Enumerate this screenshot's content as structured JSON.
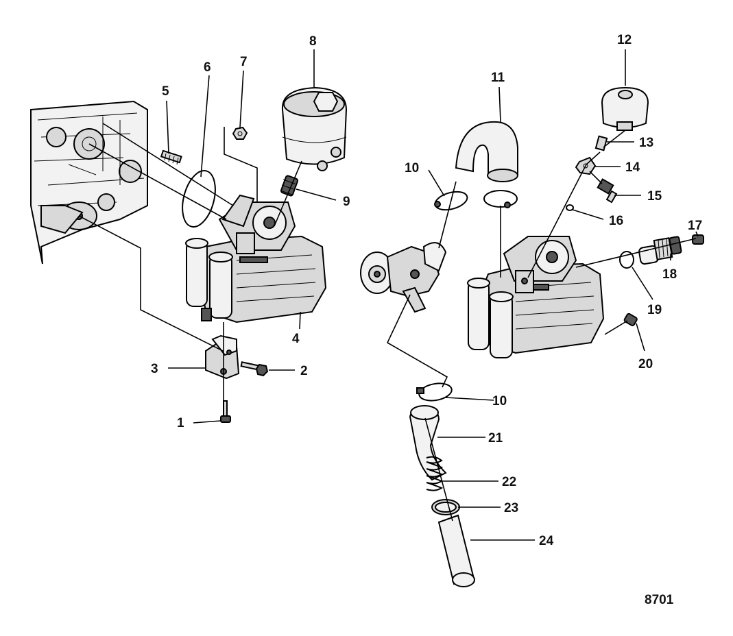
{
  "callouts": {
    "c1": "1",
    "c2": "2",
    "c3": "3",
    "c4": "4",
    "c5": "5",
    "c6": "6",
    "c7": "7",
    "c8": "8",
    "c9": "9",
    "c10a": "10",
    "c10b": "10",
    "c11": "11",
    "c12": "12",
    "c13": "13",
    "c14": "14",
    "c15": "15",
    "c16": "16",
    "c17": "17",
    "c18": "18",
    "c19": "19",
    "c20": "20",
    "c21": "21",
    "c22": "22",
    "c23": "23",
    "c24": "24"
  },
  "figure_number": "8701"
}
